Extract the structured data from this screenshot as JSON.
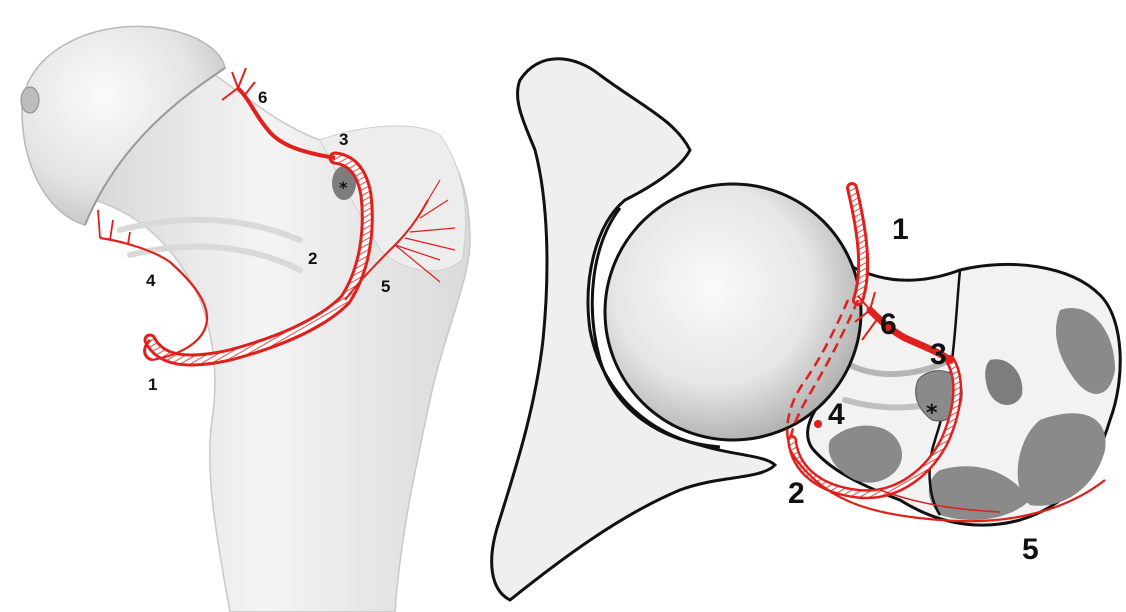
{
  "colors": {
    "artery": "#e0201c",
    "bone_light": "#f2f2f2",
    "bone_shadow": "#cfcfcf",
    "outline": "#111111",
    "fossa": "#7d7d7d",
    "socket": "#efefef"
  },
  "left_figure": {
    "labels": {
      "l1": "1",
      "l2": "2",
      "l3": "3",
      "l4": "4",
      "l5": "5",
      "l6": "6",
      "asterisk": "*"
    }
  },
  "right_figure": {
    "labels": {
      "l1": "1",
      "l2": "2",
      "l3": "3",
      "l4": "4",
      "l5": "5",
      "l6": "6",
      "asterisk": "*"
    }
  }
}
